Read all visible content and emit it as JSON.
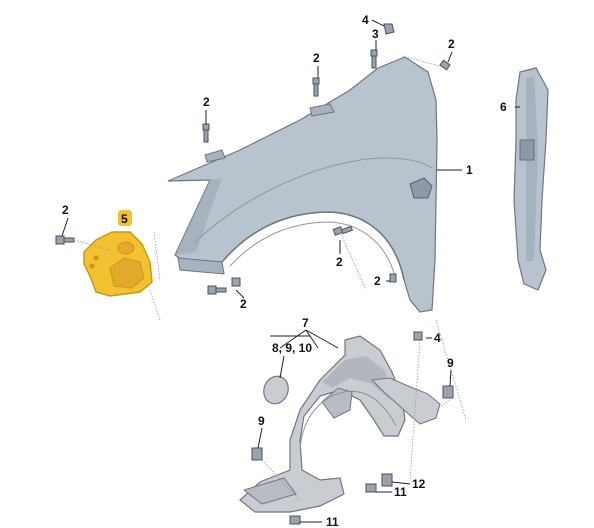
{
  "diagram": {
    "colors": {
      "fender": "#b9c3ce",
      "fender_shade": "#9aa6b3",
      "liner": "#c9cdd2",
      "liner_shade": "#a5abb2",
      "highlight": "#f2c232",
      "highlight_edge": "#c9971b",
      "bolt": "#9aa3ad"
    },
    "callouts": {
      "c1": "1",
      "c2a": "2",
      "c2b": "2",
      "c2c": "2",
      "c2d": "2",
      "c2e": "2",
      "c2f": "2",
      "c2g": "2",
      "c3": "3",
      "c4a": "4",
      "c4b": "4",
      "c5": "5",
      "c6": "6",
      "c7": "7",
      "c8": "8, 9, 10",
      "c9a": "9",
      "c9b": "9",
      "c11a": "11",
      "c11b": "11",
      "c12": "12"
    }
  }
}
